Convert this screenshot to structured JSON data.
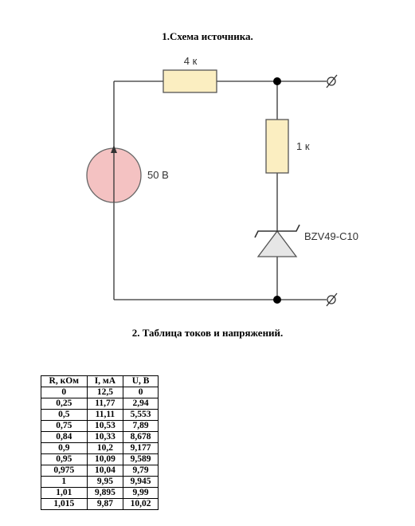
{
  "section1_title": "1.Схема источника.",
  "section2_title": "2. Таблица токов и напряжений.",
  "circuit": {
    "resistor_top_label": "4 к",
    "resistor_right_label": "1 к",
    "source_label": "50 В",
    "zener_label": "BZV49-C10",
    "colors": {
      "source_fill": "#f4c2c2",
      "resistor_fill": "#fbeec1",
      "zener_fill": "#e6e6e6"
    }
  },
  "table": {
    "headers": [
      "R, кОм",
      "I, мА",
      "U, В"
    ],
    "rows": [
      [
        "0",
        "12,5",
        "0"
      ],
      [
        "0,25",
        "11,77",
        "2,94"
      ],
      [
        "0,5",
        "11,11",
        "5,553"
      ],
      [
        "0,75",
        "10,53",
        "7,89"
      ],
      [
        "0,84",
        "10,33",
        "8,678"
      ],
      [
        "0,9",
        "10,2",
        "9,177"
      ],
      [
        "0,95",
        "10,09",
        "9,589"
      ],
      [
        "0,975",
        "10,04",
        "9,79"
      ],
      [
        "1",
        "9,95",
        "9,945"
      ],
      [
        "1,01",
        "9,895",
        "9,99"
      ],
      [
        "1,015",
        "9,87",
        "10,02"
      ]
    ]
  }
}
